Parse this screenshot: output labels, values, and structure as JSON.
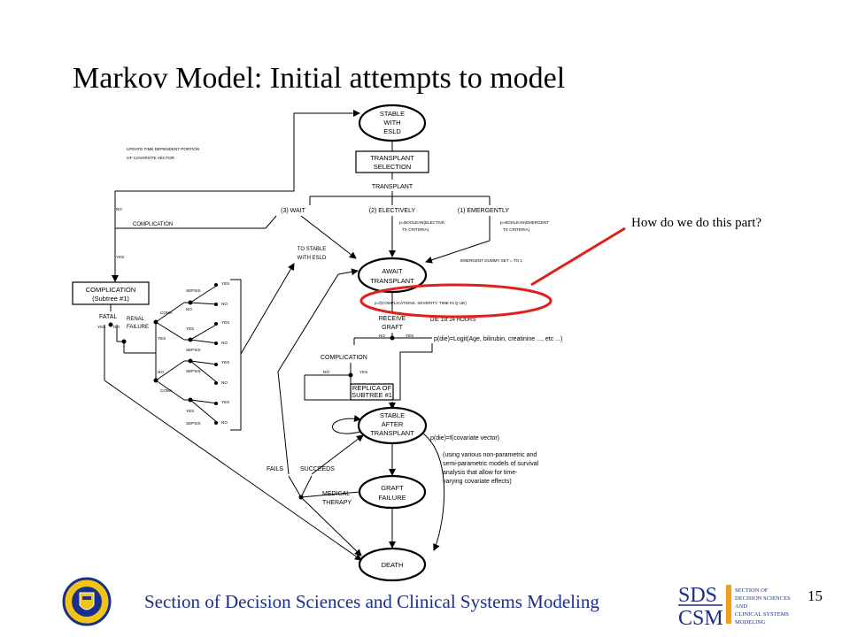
{
  "title": "Markov Model: Initial attempts to model",
  "callout": "How do we do this part?",
  "footer": "Section of Decision Sciences and Clinical Systems Modeling",
  "page_number": "15",
  "colors": {
    "callout": "#e0201b",
    "footer_text": "#1a2f8a"
  },
  "logos": {
    "left": "university-seal-logo",
    "right": {
      "big_letters_top": "SDS",
      "big_letters_bottom": "CSM",
      "lines": [
        "SECTION OF",
        "DECISION SCIENCES",
        "AND",
        "CLINICAL SYSTEMS",
        "MODELING"
      ]
    }
  },
  "diagram": {
    "states": {
      "stable_esld": [
        "STABLE",
        "WITH",
        "ESLD"
      ],
      "await": [
        "AWAIT",
        "TRANSPLANT"
      ],
      "stable_after": [
        "STABLE",
        "AFTER",
        "TRANSPLANT"
      ],
      "graft_failure": [
        "GRAFT",
        "FAILURE"
      ],
      "death": "DEATH"
    },
    "boxes": {
      "selection": [
        "TRANSPLANT",
        "SELECTION"
      ],
      "complication": [
        "COMPLICATION",
        "(Subtree #1)"
      ],
      "replica": [
        "REPLICA OF",
        "SUBTREE #1"
      ]
    },
    "labels": {
      "update": [
        "UPDATE TIME DEPENDENT PORTION",
        "OF COVARIATE VECTOR"
      ],
      "transplant": "TRANSPLANT",
      "wait": "(3) WAIT",
      "electively": "(2) ELECTIVELY",
      "emergently": "(1) EMERGENTLY",
      "elective_p": [
        "p=BOOLEAN(ELECTIVE",
        "TX CRITERIA)"
      ],
      "emergent_p": [
        "p=BOOLEAN(EMERGENT",
        "TX CRITERIA)"
      ],
      "complication_top": "COMPLICATION",
      "no_left": "NO",
      "yes_left": "YES",
      "to_stable": [
        "TO STABLE",
        "WITH ESLD"
      ],
      "emergent_dummy": "EMERGENT DUMMY SET = TO 1",
      "await_p": "p=f(COMPLICATIONS, SEVERITY, TIME IN Q UE)",
      "receive_graft": [
        "RECEIVE",
        "GRAFT"
      ],
      "die_first_24": "DIE 1st 24 HOURS",
      "die_yes": "YES",
      "die_no": "NO",
      "p_die_logit": "p(die)=Logit(Age, bilirubin, creatinine ..., etc ...)",
      "complication_mid": "COMPLICATION",
      "mid_no": "NO",
      "mid_yes": "YES",
      "fatal": "FATAL",
      "fatal_yes": "YES",
      "fatal_no": "NO",
      "renal_failure": [
        "RENAL",
        "FAILURE"
      ],
      "coma": "COMA",
      "sepsis": "SEPSIS",
      "yes": "YES",
      "no": "NO",
      "p_die_cov": "p(die)=f(covariate vector)",
      "survival_note": [
        "(using various non-parametric and",
        "semi-parametric models of survival",
        "analysis that allow for time-",
        "varying covariate effects)"
      ],
      "fails": "FAILS",
      "succeeds": "SUCCEEDS",
      "medical_therapy": [
        "MEDICAL",
        "THERAPY"
      ]
    }
  }
}
